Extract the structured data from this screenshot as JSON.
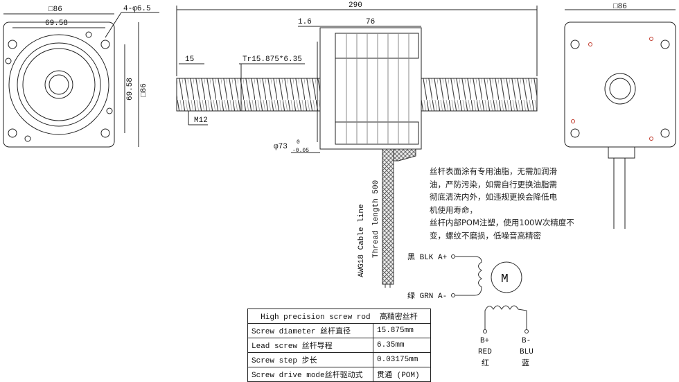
{
  "front_view": {
    "width_dim": "□86",
    "hole_spacing_h": "69.58",
    "hole_spacing_v": "69.58",
    "height_dim": "□86",
    "holes": "4-φ6.5"
  },
  "side_view": {
    "total_length": "290",
    "body_length": "76",
    "offset": "1.6",
    "screw_end": "15",
    "thread_spec": "Tr15.875*6.35",
    "thread_end": "M12",
    "pilot_dia": "φ73",
    "pilot_tol_upper": "0",
    "pilot_tol_lower": "-0.05",
    "cable_label": "AWG18 Cable line",
    "thread_length": "Thread length 500"
  },
  "rear_view": {
    "width_dim": "□86"
  },
  "note": {
    "lines": [
      "丝杆表面涂有专用油脂，无需加润滑",
      "油，严防污染，如需自行更换油脂需",
      "彻底清洗内外，如违规更换会降低电",
      "机使用寿命，",
      "丝杆内部POM注塑，使用100W次精度不",
      "变，螺纹不磨损，低噪音高精密"
    ]
  },
  "wiring": {
    "motor_label": "M",
    "a_plus": "黑 BLK A+",
    "a_minus": "绿 GRN A-",
    "b_plus": "B+",
    "b_plus_color": "RED",
    "b_plus_cn": "红",
    "b_minus": "B-",
    "b_minus_color": "BLU",
    "b_minus_cn": "蓝"
  },
  "spec_table": {
    "header": [
      "High precision screw rod",
      "高精密丝杆"
    ],
    "rows": [
      [
        "Screw diameter 丝杆直径",
        "15.875mm"
      ],
      [
        "Lead screw 丝杆导程",
        "6.35mm"
      ],
      [
        "Screw step 步长",
        "0.03175mm"
      ],
      [
        "Screw drive mode丝杆驱动式",
        "贯通 (POM)"
      ]
    ]
  },
  "colors": {
    "line": "#222222",
    "hole_red": "#c0392b"
  }
}
